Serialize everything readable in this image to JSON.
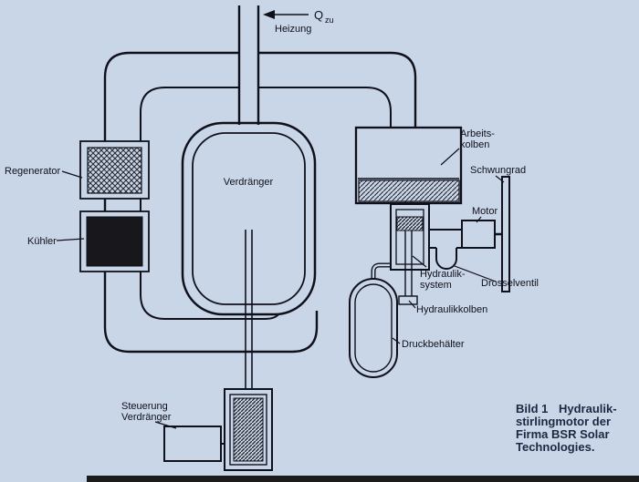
{
  "colors": {
    "background": "#c8d6e8",
    "line": "#10101a",
    "cooler_fill": "#17171c",
    "caption_text": "#1d2742"
  },
  "labels": {
    "q": "Q",
    "q_sub": "zu",
    "heizung": "Heizung",
    "regenerator": "Regenerator",
    "kuehler": "Kühler",
    "verdraenger": "Verdränger",
    "arbeitskolben_line1": "Arbeits-",
    "arbeitskolben_line2": "kolben",
    "schwungrad": "Schwungrad",
    "motor": "Motor",
    "hydrauliksystem_line1": "Hydraulik-",
    "hydrauliksystem_line2": "system",
    "drosselventil": "Drosselventil",
    "hydraulikkolben": "Hydraulikkolben",
    "druckbehaelter": "Druckbehälter",
    "steuerung_line1": "Steuerung",
    "steuerung_line2": "Verdränger"
  },
  "caption": {
    "figure_label": "Bild 1",
    "line1": "Hydraulik-",
    "line2": "stirlingmotor der",
    "line3": "Firma BSR Solar",
    "line4": "Technologies."
  }
}
